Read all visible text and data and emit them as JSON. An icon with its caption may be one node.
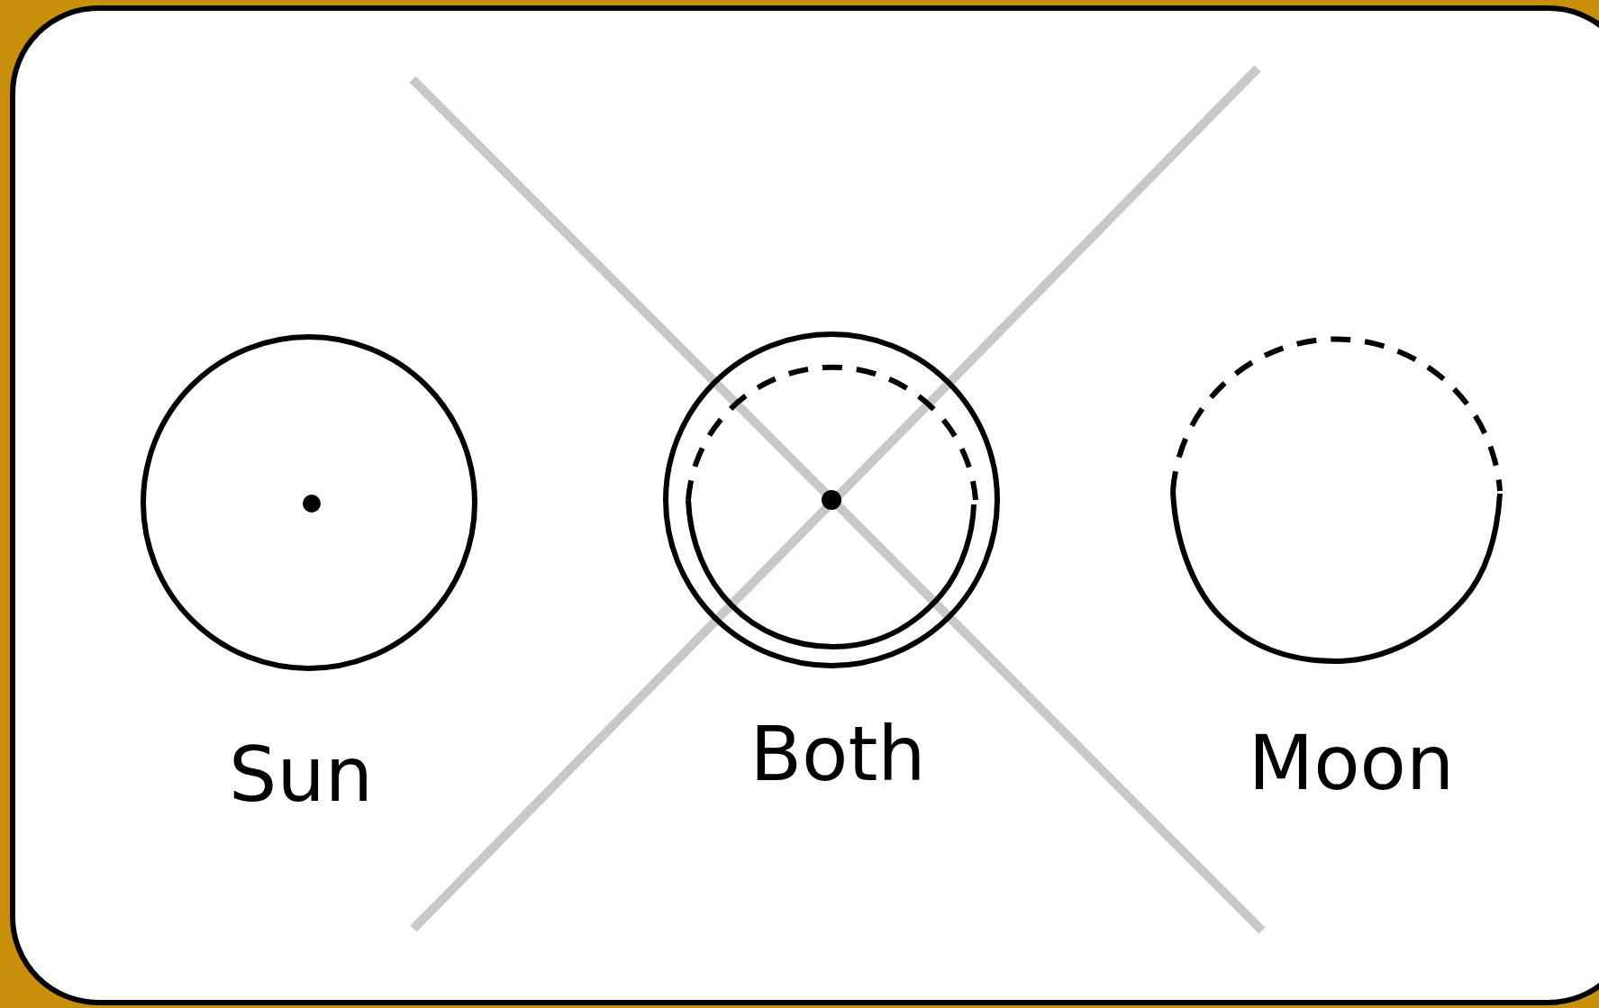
{
  "diagram": {
    "labels": [
      "Sun",
      "Both",
      "Moon"
    ]
  }
}
